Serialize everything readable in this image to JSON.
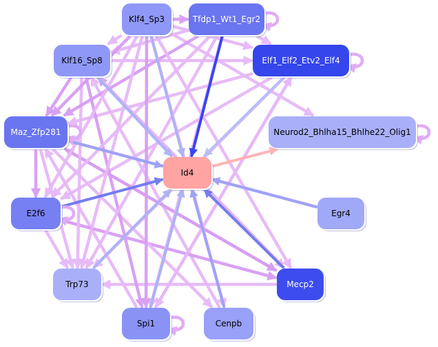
{
  "diagram": {
    "type": "network",
    "nodes": [
      {
        "id": "Klf4_Sp3",
        "label": "Klf4_Sp3",
        "fill": "#8f98f6",
        "text": "#000000",
        "self_loop": false
      },
      {
        "id": "Tfdp1_Wt1_Egr2",
        "label": "Tfdp1_Wt1_Egr2",
        "fill": "#6a75f0",
        "text": "#ffffff",
        "self_loop": true
      },
      {
        "id": "Klf16_Sp8",
        "label": "Klf16_Sp8",
        "fill": "#8f98f6",
        "text": "#000000",
        "self_loop": false
      },
      {
        "id": "Elf1_Elf2_Etv2_Elf4",
        "label": "Elf1_Elf2_Etv2_Elf4",
        "fill": "#3546ec",
        "text": "#ffffff",
        "self_loop": true
      },
      {
        "id": "Maz_Zfp281",
        "label": "Maz_Zfp281",
        "fill": "#6a75f0",
        "text": "#ffffff",
        "self_loop": true
      },
      {
        "id": "Neurod2_Bhlha15_Bhlhe22_Olig1",
        "label": "Neurod2_Bhlha15_Bhlhe22_Olig1",
        "fill": "#a9b0f8",
        "text": "#000000",
        "self_loop": true
      },
      {
        "id": "Id4",
        "label": "Id4",
        "fill": "#ffa3a3",
        "text": "#000000",
        "self_loop": false
      },
      {
        "id": "E2f6",
        "label": "E2f6",
        "fill": "#7680f2",
        "text": "#000000",
        "self_loop": true
      },
      {
        "id": "Egr4",
        "label": "Egr4",
        "fill": "#a0a8f8",
        "text": "#000000",
        "self_loop": false
      },
      {
        "id": "Trp73",
        "label": "Trp73",
        "fill": "#a9b0f8",
        "text": "#000000",
        "self_loop": false
      },
      {
        "id": "Mecp2",
        "label": "Mecp2",
        "fill": "#3d4cee",
        "text": "#ffffff",
        "self_loop": false
      },
      {
        "id": "Spi1",
        "label": "Spi1",
        "fill": "#8a93f5",
        "text": "#000000",
        "self_loop": true
      },
      {
        "id": "Cenpb",
        "label": "Cenpb",
        "fill": "#98a0f7",
        "text": "#000000",
        "self_loop": false
      }
    ],
    "edges": [
      {
        "from": "Tfdp1_Wt1_Egr2",
        "to": "Id4",
        "color": "#2f3ff0"
      },
      {
        "from": "Klf4_Sp3",
        "to": "Id4",
        "color": "#aab2f6"
      },
      {
        "from": "Klf16_Sp8",
        "to": "Id4",
        "color": "#aab2f6"
      },
      {
        "from": "Elf1_Elf2_Etv2_Elf4",
        "to": "Id4",
        "color": "#b7bdf7"
      },
      {
        "from": "Maz_Zfp281",
        "to": "Id4",
        "color": "#9aa2f5"
      },
      {
        "from": "E2f6",
        "to": "Id4",
        "color": "#6d78f0"
      },
      {
        "from": "Egr4",
        "to": "Id4",
        "color": "#9aa2f5"
      },
      {
        "from": "Mecp2",
        "to": "Id4",
        "color": "#6d78f0"
      },
      {
        "from": "Trp73",
        "to": "Id4",
        "color": "#aab2f6"
      },
      {
        "from": "Spi1",
        "to": "Id4",
        "color": "#aab2f6"
      },
      {
        "from": "Cenpb",
        "to": "Id4",
        "color": "#9aa2f5"
      },
      {
        "from": "Id4",
        "to": "Neurod2_Bhlha15_Bhlhe22_Olig1",
        "color": "#ffb0b0"
      },
      {
        "from": "Klf4_Sp3",
        "to": "Tfdp1_Wt1_Egr2",
        "color": "#d89cf3"
      },
      {
        "from": "Klf4_Sp3",
        "to": "Klf16_Sp8",
        "color": "#e6b8f7"
      },
      {
        "from": "Klf4_Sp3",
        "to": "Elf1_Elf2_Etv2_Elf4",
        "color": "#e6b8f7"
      },
      {
        "from": "Klf4_Sp3",
        "to": "Maz_Zfp281",
        "color": "#d89cf3"
      },
      {
        "from": "Klf4_Sp3",
        "to": "E2f6",
        "color": "#e6b8f7"
      },
      {
        "from": "Klf4_Sp3",
        "to": "Trp73",
        "color": "#e6b8f7"
      },
      {
        "from": "Klf4_Sp3",
        "to": "Spi1",
        "color": "#d89cf3"
      },
      {
        "from": "Klf4_Sp3",
        "to": "Mecp2",
        "color": "#e6b8f7"
      },
      {
        "from": "Klf4_Sp3",
        "to": "Cenpb",
        "color": "#e6b8f7"
      },
      {
        "from": "Tfdp1_Wt1_Egr2",
        "to": "Klf16_Sp8",
        "color": "#e6b8f7"
      },
      {
        "from": "Tfdp1_Wt1_Egr2",
        "to": "Maz_Zfp281",
        "color": "#d89cf3"
      },
      {
        "from": "Tfdp1_Wt1_Egr2",
        "to": "E2f6",
        "color": "#e6b8f7"
      },
      {
        "from": "Tfdp1_Wt1_Egr2",
        "to": "Trp73",
        "color": "#e6b8f7"
      },
      {
        "from": "Tfdp1_Wt1_Egr2",
        "to": "Spi1",
        "color": "#e6b8f7"
      },
      {
        "from": "Tfdp1_Wt1_Egr2",
        "to": "Elf1_Elf2_Etv2_Elf4",
        "color": "#e6b8f7"
      },
      {
        "from": "Klf16_Sp8",
        "to": "Elf1_Elf2_Etv2_Elf4",
        "color": "#e6b8f7"
      },
      {
        "from": "Klf16_Sp8",
        "to": "Maz_Zfp281",
        "color": "#d89cf3"
      },
      {
        "from": "Klf16_Sp8",
        "to": "Trp73",
        "color": "#e6b8f7"
      },
      {
        "from": "Klf16_Sp8",
        "to": "Spi1",
        "color": "#d89cf3"
      },
      {
        "from": "Klf16_Sp8",
        "to": "Mecp2",
        "color": "#e6b8f7"
      },
      {
        "from": "Elf1_Elf2_Etv2_Elf4",
        "to": "Maz_Zfp281",
        "color": "#e6b8f7"
      },
      {
        "from": "Elf1_Elf2_Etv2_Elf4",
        "to": "E2f6",
        "color": "#e6b8f7"
      },
      {
        "from": "Elf1_Elf2_Etv2_Elf4",
        "to": "Spi1",
        "color": "#e6b8f7"
      },
      {
        "from": "Elf1_Elf2_Etv2_Elf4",
        "to": "Trp73",
        "color": "#e6b8f7"
      },
      {
        "from": "Klf4_Sp3",
        "to": "Neurod2_Bhlha15_Bhlhe22_Olig1",
        "color": "#e6b8f7"
      },
      {
        "from": "Maz_Zfp281",
        "to": "E2f6",
        "color": "#d89cf3"
      },
      {
        "from": "Maz_Zfp281",
        "to": "Trp73",
        "color": "#e6b8f7"
      },
      {
        "from": "Maz_Zfp281",
        "to": "Mecp2",
        "color": "#d89cf3"
      },
      {
        "from": "Maz_Zfp281",
        "to": "Cenpb",
        "color": "#e6b8f7"
      },
      {
        "from": "E2f6",
        "to": "Trp73",
        "color": "#e6b8f7"
      },
      {
        "from": "E2f6",
        "to": "Mecp2",
        "color": "#d89cf3"
      },
      {
        "from": "Mecp2",
        "to": "Trp73",
        "color": "#e6b8f7"
      },
      {
        "from": "Mecp2",
        "to": "Maz_Zfp281",
        "color": "#e6b8f7"
      },
      {
        "from": "Spi1",
        "to": "Maz_Zfp281",
        "color": "#e6b8f7"
      },
      {
        "from": "Spi1",
        "to": "Elf1_Elf2_Etv2_Elf4",
        "color": "#e6b8f7"
      },
      {
        "from": "Cenpb",
        "to": "Klf16_Sp8",
        "color": "#e6b8f7"
      },
      {
        "from": "Egr4",
        "to": "Maz_Zfp281",
        "color": "#e6b8f7"
      },
      {
        "from": "Mecp2",
        "to": "Klf16_Sp8",
        "color": "#d89cf3"
      }
    ]
  }
}
